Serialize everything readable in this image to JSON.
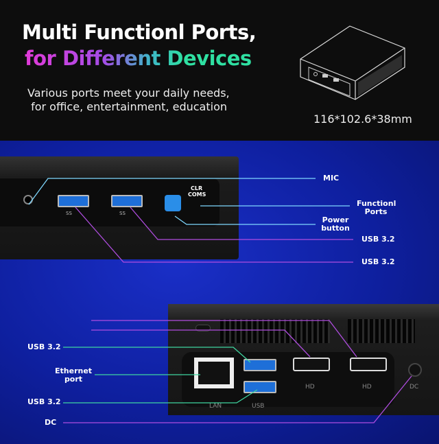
{
  "header": {
    "title_line1": "Multi Functionl Ports,",
    "title_line2": "for Different Devices",
    "subtitle": "Various ports meet your daily needs,\n for office, entertainment, education",
    "dimensions": "116*102.6*38mm"
  },
  "front_panel": {
    "labels": {
      "mic": "MIC",
      "functional_ports": "Functionl Ports",
      "power_button": "Power button",
      "usb_a": "USB 3.2",
      "usb_b": "USB 3.2"
    },
    "device_text": {
      "clr": "CLR",
      "coms": "COMS",
      "ss1": "SS",
      "ss2": "SS"
    }
  },
  "rear_panel": {
    "labels": {
      "usb_top": "USB 3.2",
      "ethernet": "Ethernet port",
      "usb_bottom": "USB 3.2",
      "dc": "DC"
    },
    "port_text": {
      "lan": "LAN",
      "usb": "USB",
      "hd1": "HD",
      "hd2": "HD",
      "dc": "DC"
    }
  },
  "colors": {
    "background_top": "#0d0d0d",
    "background_blue": "#0e1f9e",
    "line_green": "#3fd6a0",
    "line_purple": "#b04de0",
    "usb_blue": "#1e6fd8"
  }
}
